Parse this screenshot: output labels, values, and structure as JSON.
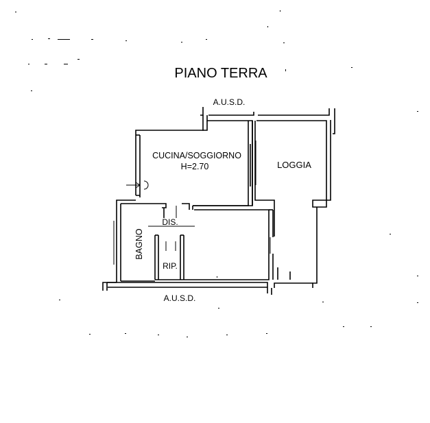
{
  "plan": {
    "title": "PIANO TERRA",
    "labels": {
      "ausd_top": "A.U.S.D.",
      "ausd_bottom": "A.U.S.D.",
      "kitchen": "CUCINA/SOGGIORNO",
      "height": "H=2.70",
      "loggia": "LOGGIA",
      "dis": "DIS.",
      "bagno": "BAGNO",
      "rip": "RIP."
    }
  },
  "colors": {
    "ink": "#000000",
    "paper": "#ffffff"
  }
}
